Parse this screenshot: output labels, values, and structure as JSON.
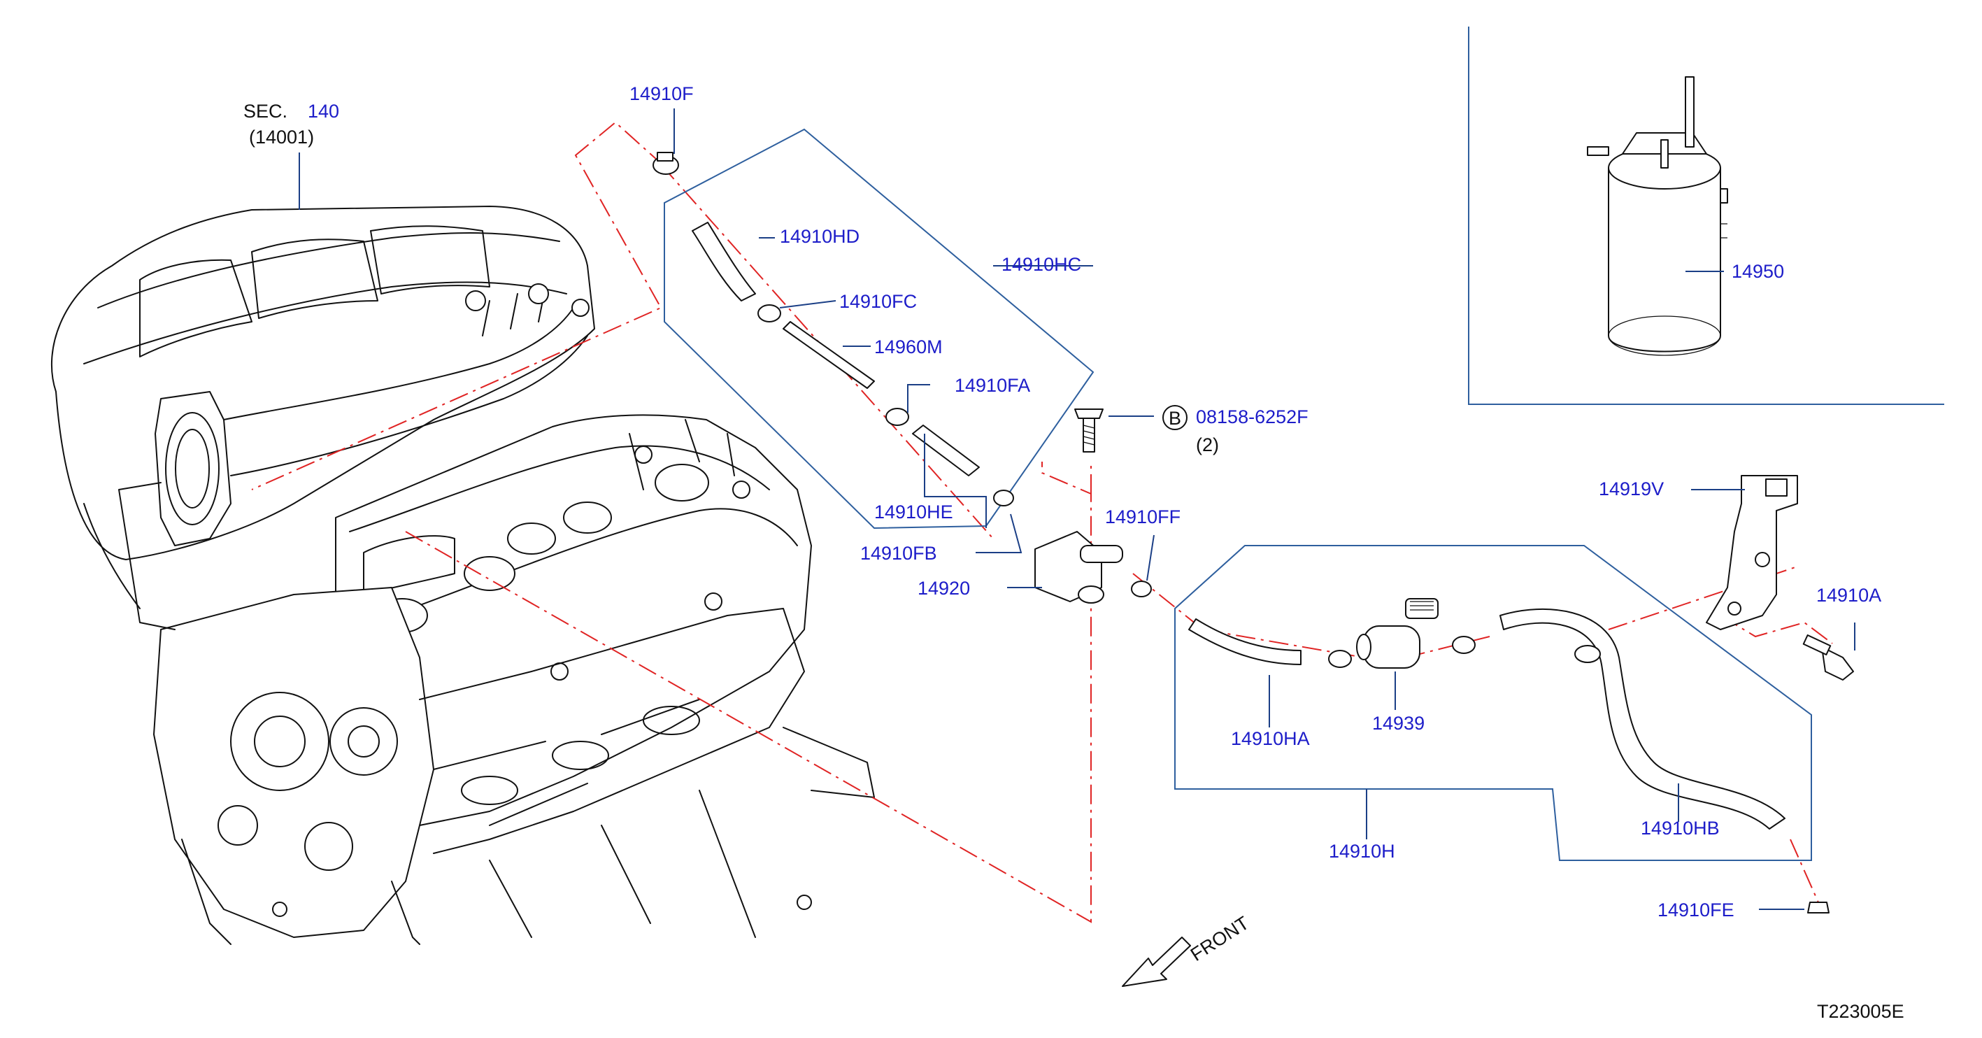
{
  "diagram": {
    "drawing_id": "T223005E",
    "front_label": "FRONT",
    "section": {
      "prefix": "SEC.",
      "number": "140",
      "part": "(14001)"
    },
    "labels": {
      "p14910F": "14910F",
      "p14910HD": "14910HD",
      "p14910HC": "14910HC",
      "p14910FC": "14910FC",
      "p14960M": "14960M",
      "p14910FA": "14910FA",
      "p14910HE": "14910HE",
      "p14910FB": "14910FB",
      "p14920": "14920",
      "p14910FF": "14910FF",
      "bolt_circle": "B",
      "bolt_part": "08158-6252F",
      "bolt_qty": "(2)",
      "p14950": "14950",
      "p14919V": "14919V",
      "p14910A": "14910A",
      "p14910HA": "14910HA",
      "p14939": "14939",
      "p14910H": "14910H",
      "p14910HB": "14910HB",
      "p14910FE": "14910FE"
    },
    "colors": {
      "part_text": "#1d1dc9",
      "leader": "#1b3f86",
      "box": "#2e5f9e",
      "dash_line": "#e02424",
      "ink": "#111111"
    }
  }
}
